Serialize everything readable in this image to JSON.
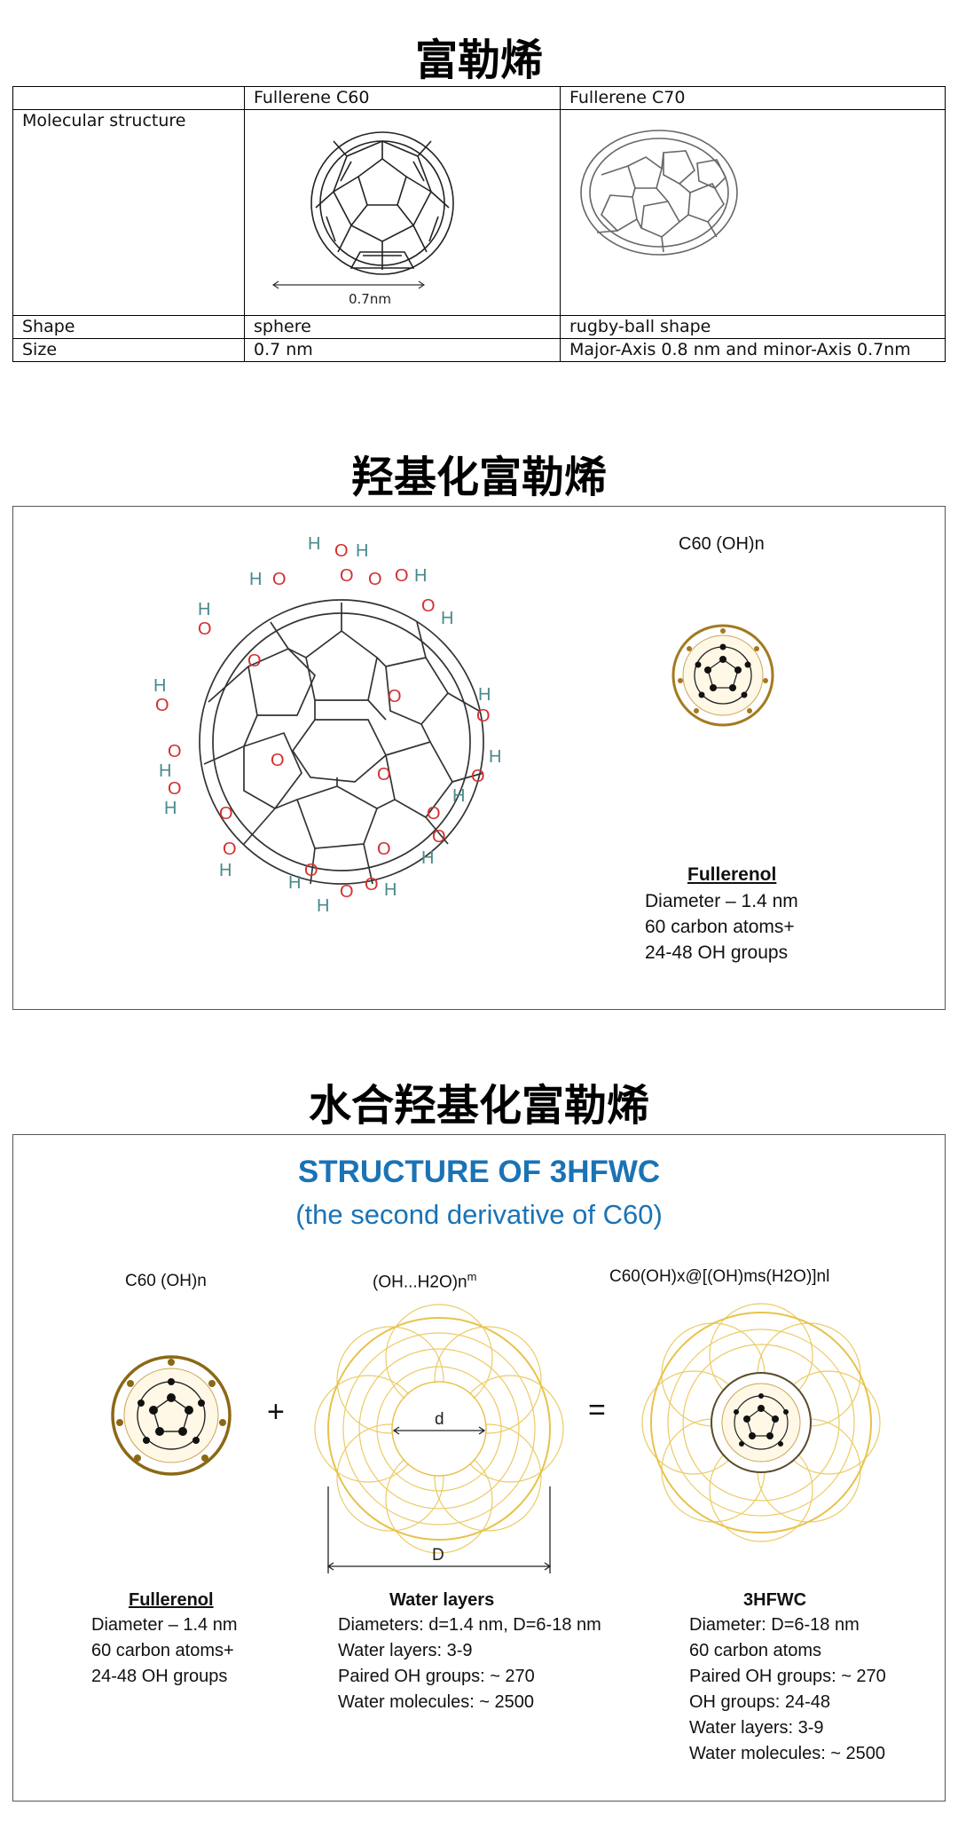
{
  "section1": {
    "heading": "富勒烯",
    "table": {
      "header": [
        "",
        "Fullerene C60",
        "Fullerene C70"
      ],
      "rows": [
        {
          "label": "Molecular structure",
          "c60": "",
          "c70": ""
        },
        {
          "label": "Shape",
          "c60": "sphere",
          "c70": "rugby-ball shape"
        },
        {
          "label": "Size",
          "c60": "0.7 nm",
          "c70": "Major-Axis 0.8 nm and minor-Axis 0.7nm"
        }
      ],
      "c60_dimension": "0.7nm"
    }
  },
  "section2": {
    "heading": "羟基化富勒烯",
    "formula": "C60 (OH)n",
    "caption": {
      "title": "Fullerenol",
      "lines": [
        "Diameter – 1.4 nm",
        "60 carbon atoms+",
        "24-48 OH groups"
      ]
    },
    "atom_labels": {
      "oxygen": "O",
      "hydrogen": "H"
    }
  },
  "section3": {
    "heading": "水合羟基化富勒烯",
    "title": "STRUCTURE OF 3HFWC",
    "subtitle": "(the second derivative of C60)",
    "formula_left": "C60 (OH)n",
    "formula_middle": "(OH...H2O)n",
    "formula_middle_sup": "m",
    "formula_right": "C60(OH)x@[(OH)ms(H2O)]nl",
    "plus": "+",
    "equals": "=",
    "inner_dim": "d",
    "outer_dim": "D",
    "fullerenol": {
      "title": "Fullerenol",
      "lines": [
        "Diameter – 1.4 nm",
        "60 carbon atoms+",
        "24-48 OH groups"
      ]
    },
    "water": {
      "title": "Water layers",
      "lines": [
        "Diameters: d=1.4 nm, D=6-18 nm",
        "Water layers: 3-9",
        "Paired OH groups: ~ 270",
        "Water molecules: ~ 2500"
      ]
    },
    "hfwc": {
      "title": "3HFWC",
      "lines": [
        "Diameter: D=6-18 nm",
        "60 carbon atoms",
        "Paired OH groups: ~ 270",
        "OH groups: 24-48",
        "Water layers: 3-9",
        "Water molecules: ~ 2500"
      ]
    }
  },
  "colors": {
    "gold": "#e8c24a",
    "brown": "#8b6914",
    "blue": "#1a73b5",
    "red": "#d32f2f",
    "teal": "#4a8a8a"
  }
}
